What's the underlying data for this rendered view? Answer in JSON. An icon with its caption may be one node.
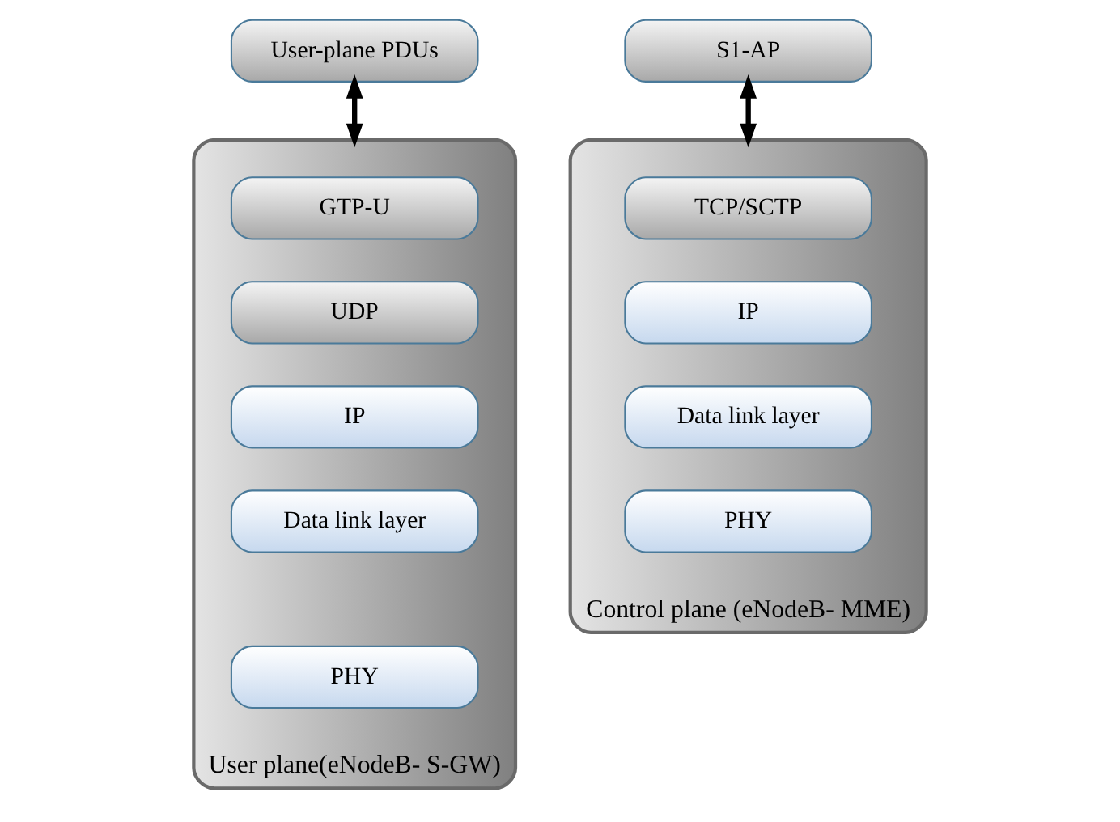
{
  "diagram": {
    "nodes": [
      {
        "text": [
          "User-plane PDUs"
        ]
      },
      {
        "text": [
          "User plane(eNodeB- S-GW)"
        ]
      },
      {
        "text": [
          "GTP-U"
        ],
        "in": 1
      },
      {
        "text": [
          "UDP"
        ],
        "in": 1
      },
      {
        "text": [
          "IP"
        ],
        "in": 1
      },
      {
        "text": [
          "Data link layer"
        ],
        "in": 1
      },
      {
        "text": [
          "PHY"
        ],
        "in": 1
      },
      {
        "text": [
          "S1-AP"
        ]
      },
      {
        "text": [
          "Control plane (eNodeB- MME)"
        ]
      },
      {
        "text": [
          "TCP/SCTP"
        ],
        "in": 8
      },
      {
        "text": [
          "IP"
        ],
        "in": 8
      },
      {
        "text": [
          "Data link layer"
        ],
        "in": 8
      },
      {
        "text": [
          "PHY"
        ],
        "in": 8
      }
    ],
    "edges": [
      {
        "from": 0,
        "to": 1,
        "arrow": "both"
      },
      {
        "from": 7,
        "to": 8,
        "arrow": "both"
      }
    ]
  }
}
